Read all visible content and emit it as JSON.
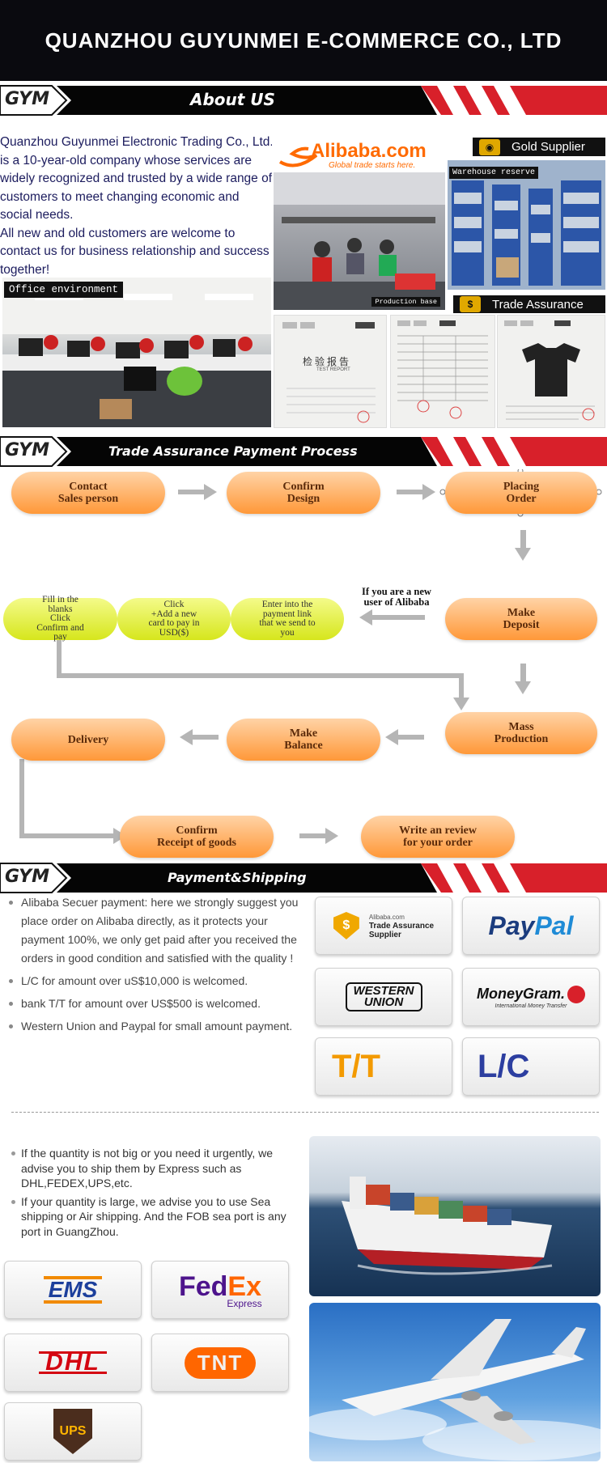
{
  "header": {
    "title": "QUANZHOU GUYUNMEI E-COMMERCE CO., LTD"
  },
  "sections": {
    "about": {
      "gym": "GYM",
      "title": "About US"
    },
    "process": {
      "gym": "GYM",
      "title": "Trade Assurance Payment Process"
    },
    "payship": {
      "gym": "GYM",
      "title": "Payment&Shipping"
    }
  },
  "about": {
    "paragraph1": "Quanzhou Guyunmei Electronic Trading Co., Ltd. is a 10-year-old company whose services are widely recognized and trusted by a wide range of customers to meet changing economic and social needs.",
    "paragraph2": "All new and old customers are welcome to contact us for business relationship and success together!",
    "office_label": "Office environment",
    "alibaba_logo": "Alibaba.com",
    "alibaba_slogan": "Global trade starts here.",
    "gold_supplier": "Gold Supplier",
    "warehouse_label": "Warehouse reserve",
    "production_label": "Production base",
    "trade_assurance": "Trade Assurance",
    "report_title": "检验报告",
    "report_sub": "TEST REPORT"
  },
  "process": {
    "contact": "Contact\nSales person",
    "confirm_design": "Confirm\nDesign",
    "placing_order": "Placing\nOrder",
    "make_deposit": "Make\nDeposit",
    "new_user_note": "If you are a new\nuser of  Alibaba",
    "enter_payment": "Enter into the\npayment link\nthat we send to\nyou",
    "add_card": "Click\n+Add a new\ncard to pay in\nUSD($)",
    "fill_blanks": "Fill in the\nblanks\nClick\nConfirm and\npay",
    "mass_production": "Mass\nProduction",
    "make_balance": "Make\nBalance",
    "delivery": "Delivery",
    "confirm_receipt": "Confirm\nReceipt of goods",
    "write_review": "Write an review\nfor your order"
  },
  "payment": {
    "items": [
      "Alibaba Secuer payment: here we strongly suggest you place order on Alibaba directly, as it protects your payment 100%, we only get paid after you received the orders in good condition and satisfied with the quality !",
      "L/C for amount over uS$10,000 is welcomed.",
      "bank T/T for amount over US$500 is welcomed.",
      "Western Union and Paypal for small amount payment."
    ],
    "cards": {
      "ta_small": "Alibaba.com",
      "ta_line1": "Trade Assurance",
      "ta_line2": "Supplier",
      "paypal_a": "Pay",
      "paypal_b": "Pal",
      "western_union": "WESTERN\nUNION",
      "moneygram": "MoneyGram.",
      "moneygram_sub": "International Money Transfer",
      "tt": "T/T",
      "lc": "L/C"
    }
  },
  "shipping": {
    "items": [
      " If the quantity is not big or you need it urgently, we advise you to ship them by Express such as DHL,FEDEX,UPS,etc.",
      "If your quantity is large, we advise you to use Sea shipping or Air shipping. And the FOB sea port is any port in GuangZhou."
    ],
    "carriers": {
      "ems": "EMS",
      "fedex_a": "Fed",
      "fedex_b": "Ex",
      "fedex_sub": "Express",
      "dhl": "DHL",
      "tnt": "TNT",
      "ups": "UPS"
    }
  },
  "colors": {
    "orange": "#ff9838",
    "red": "#d8202a",
    "navy": "#1c1c5e",
    "black": "#0a0a0f"
  }
}
